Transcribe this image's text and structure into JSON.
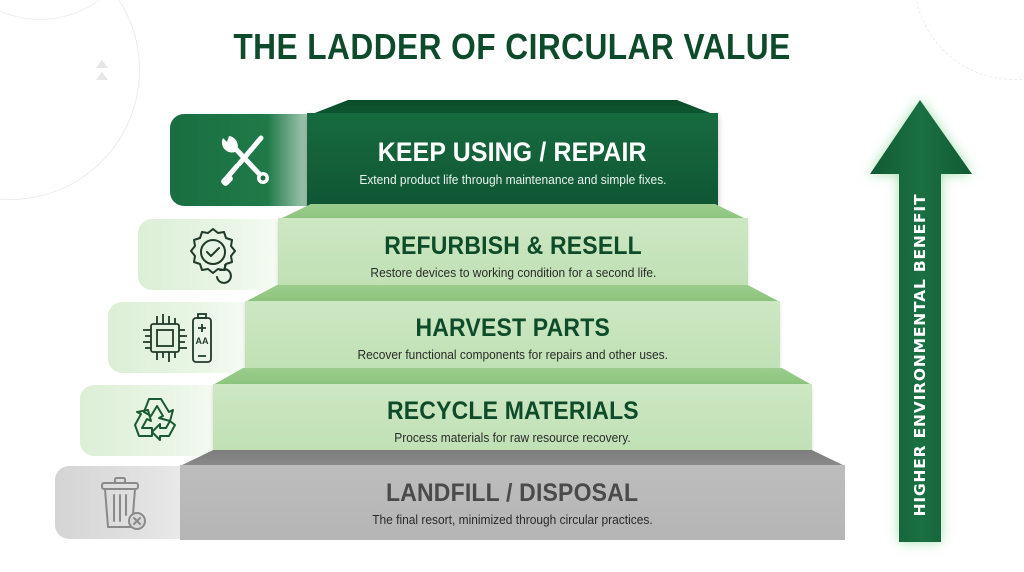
{
  "title": "THE LADDER OF CIRCULAR VALUE",
  "steps": [
    {
      "title": "KEEP USING / REPAIR",
      "description": "Extend product life through maintenance and simple fixes.",
      "icon": "wrench-screwdriver-icon",
      "color": "#176b3f"
    },
    {
      "title": "REFURBISH & RESELL",
      "description": "Restore devices to working condition for a second life.",
      "icon": "badge-check-refresh-icon",
      "color": "#c6e4bb"
    },
    {
      "title": "HARVEST PARTS",
      "description": "Recover functional components for repairs and other uses.",
      "icon": "chip-battery-icon",
      "icon_battery_text": "AA",
      "color": "#c6e4bb"
    },
    {
      "title": "RECYCLE MATERIALS",
      "description": "Process materials for raw resource recovery.",
      "icon": "recycle-icon",
      "color": "#c6e4bb"
    },
    {
      "title": "LANDFILL / DISPOSAL",
      "description": "The final resort, minimized through circular practices.",
      "icon": "trash-bin-x-icon",
      "color": "#b9b9b9"
    }
  ],
  "arrow": {
    "label": "HIGHER ENVIRONMENTAL BENEFIT",
    "color": "#176b3f"
  },
  "colors": {
    "title": "#0e4b2b",
    "dark_green": "#176b3f",
    "light_green": "#c6e4bb",
    "gray": "#b9b9b9"
  }
}
